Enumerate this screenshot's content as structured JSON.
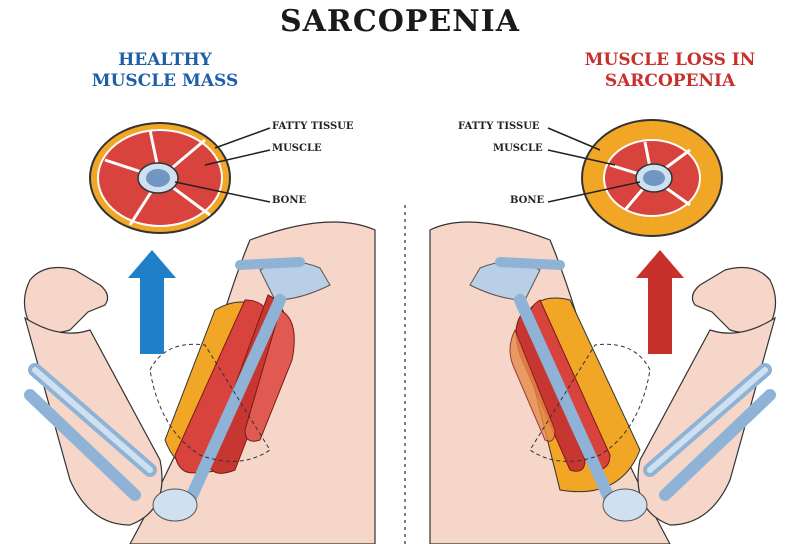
{
  "title": "SARCOPENIA",
  "left_panel": {
    "heading_line1": "HEALTHY",
    "heading_line2": "MUSCLE MASS",
    "labels": {
      "fatty_tissue": "FATTY TISSUE",
      "muscle": "MUSCLE",
      "bone": "BONE"
    }
  },
  "right_panel": {
    "heading_line1": "MUSCLE LOSS IN",
    "heading_line2": "SARCOPENIA",
    "labels": {
      "fatty_tissue": "FATTY TISSUE",
      "muscle": "MUSCLE",
      "bone": "BONE"
    }
  },
  "colors": {
    "healthy_heading": "#1f5fa8",
    "sarcopenia_heading": "#c8302c",
    "muscle": "#d8433d",
    "fat": "#f1a625",
    "bone": "#8fb3d6",
    "skin": "#f6d6c8"
  }
}
